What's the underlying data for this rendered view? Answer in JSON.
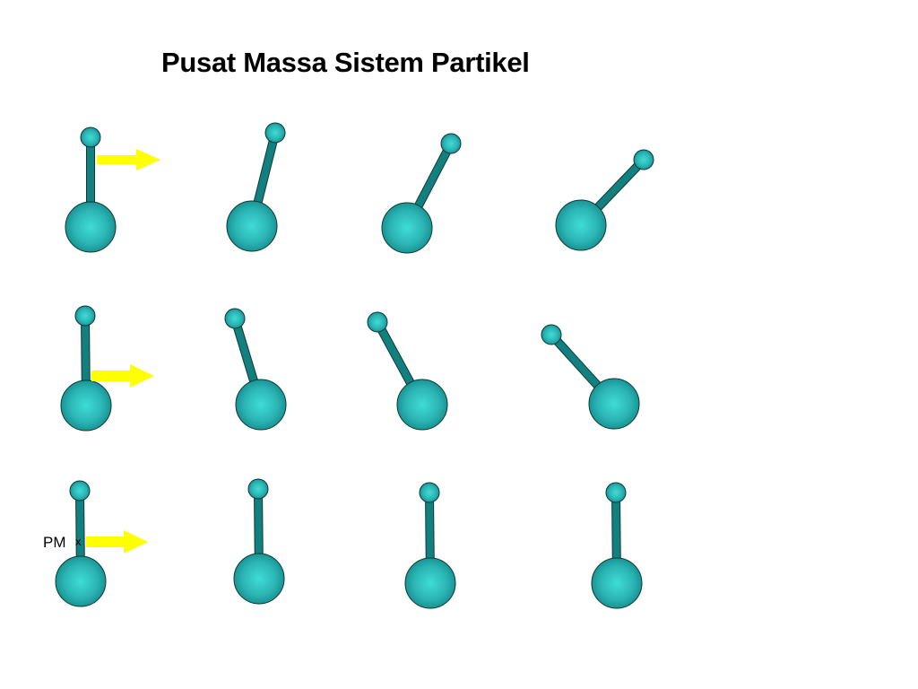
{
  "slide": {
    "title": "Pusat Massa Sistem Partikel"
  },
  "diagram": {
    "center_of_mass_label": "PM",
    "center_of_mass_marker": "x",
    "colors": {
      "ball_fill": "#2bb5b5",
      "ball_fill_light": "#40dcd6",
      "ball_fill_dark": "#168a8a",
      "rod": "#137f7f",
      "outline": "#0a3a3a",
      "arrow": "#ffff00"
    }
  }
}
